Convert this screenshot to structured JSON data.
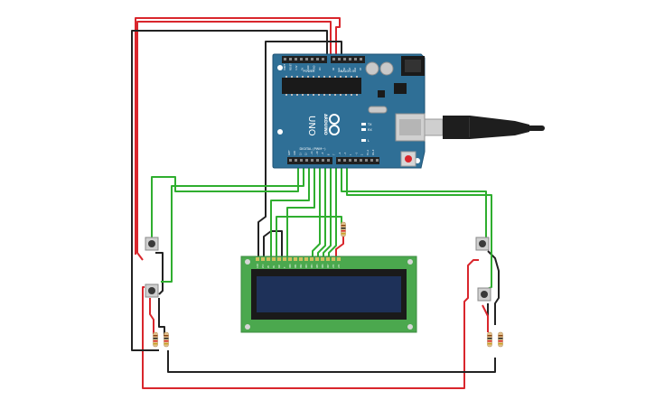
{
  "arduino": {
    "brand": "ARDUINO",
    "model": "UNO",
    "power_header_label": "POWER",
    "analog_header_label": "ANALOG IN",
    "digital_header_label": "DIGITAL (PWM~)",
    "on_led_label": "ON",
    "tx_label": "TX",
    "rx_label": "RX",
    "l_led_label": "L",
    "power_pin_labels": [
      "IOREF",
      "RESET",
      "3.3V",
      "5V",
      "GND",
      "GND",
      "Vin"
    ],
    "analog_pin_labels": [
      "A0",
      "A1",
      "A2",
      "A3",
      "A4",
      "A5"
    ],
    "digital_pin_labels": [
      "AREF",
      "GND",
      "13",
      "12",
      "~11",
      "~10",
      "~9",
      "8",
      "7",
      "~6",
      "~5",
      "4",
      "~3",
      "2",
      "TX→1",
      "RX←0"
    ]
  },
  "lcd": {
    "pin_labels": [
      "GND",
      "VCC",
      "V0",
      "RS",
      "RW",
      "E",
      "DB0",
      "DB1",
      "DB2",
      "DB3",
      "DB4",
      "DB5",
      "DB6",
      "DB7",
      "LED",
      "LED"
    ]
  },
  "colors": {
    "board": "#2f6f96",
    "wire_red": "#d9262c",
    "wire_black": "#222222",
    "wire_green": "#2fae2f",
    "lcd_pcb": "#4ba84e",
    "lcd_screen": "#1e3159",
    "header": "#202020"
  },
  "icons": [
    "usb-cable-icon",
    "reset-button-icon",
    "push-button-icon",
    "resistor-icon",
    "arduino-logo-icon",
    "capacitor-icon",
    "chip-icon"
  ]
}
